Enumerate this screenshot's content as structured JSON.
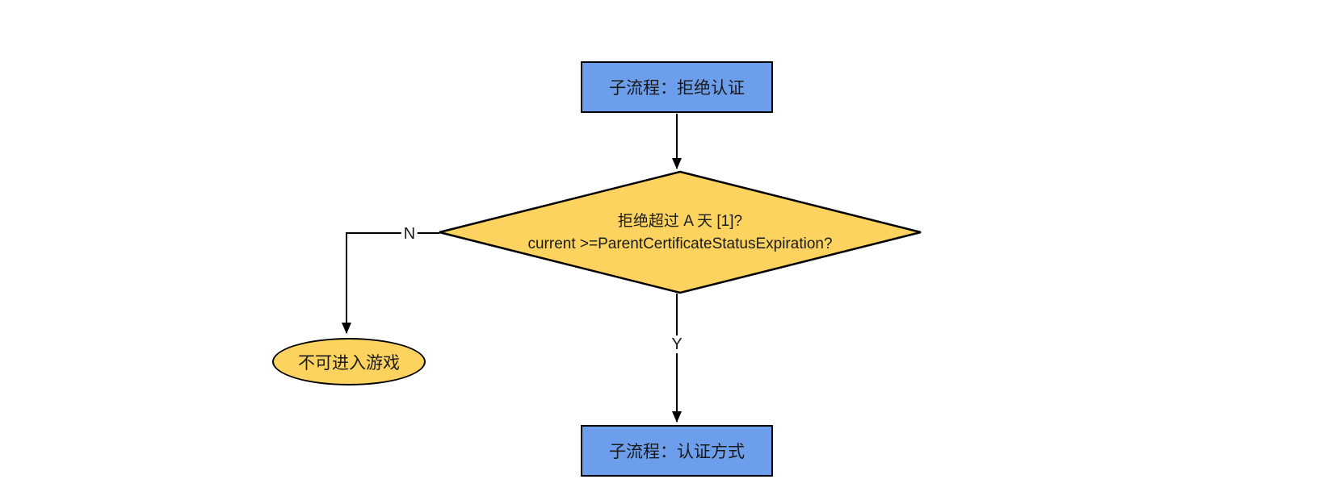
{
  "diagram": {
    "type": "flowchart",
    "background_color": "#ffffff",
    "colors": {
      "process_fill": "#6d9eeb",
      "decision_fill": "#fcd35e",
      "terminator_fill": "#fcd35e",
      "stroke": "#000000",
      "text": "#1a1a1a"
    },
    "nodes": {
      "start_process": {
        "shape": "rectangle",
        "label": "子流程：拒绝认证"
      },
      "decision": {
        "shape": "diamond",
        "label_line1": "拒绝超过 A 天 [1]?",
        "label_line2": "current >=ParentCertificateStatusExpiration?"
      },
      "terminal_no": {
        "shape": "ellipse",
        "label": "不可进入游戏"
      },
      "end_process": {
        "shape": "rectangle",
        "label": "子流程：认证方式"
      }
    },
    "edges": {
      "start_to_decision": {
        "from": "start_process",
        "to": "decision",
        "label": ""
      },
      "decision_no": {
        "from": "decision",
        "to": "terminal_no",
        "label": "N"
      },
      "decision_yes": {
        "from": "decision",
        "to": "end_process",
        "label": "Y"
      }
    }
  }
}
